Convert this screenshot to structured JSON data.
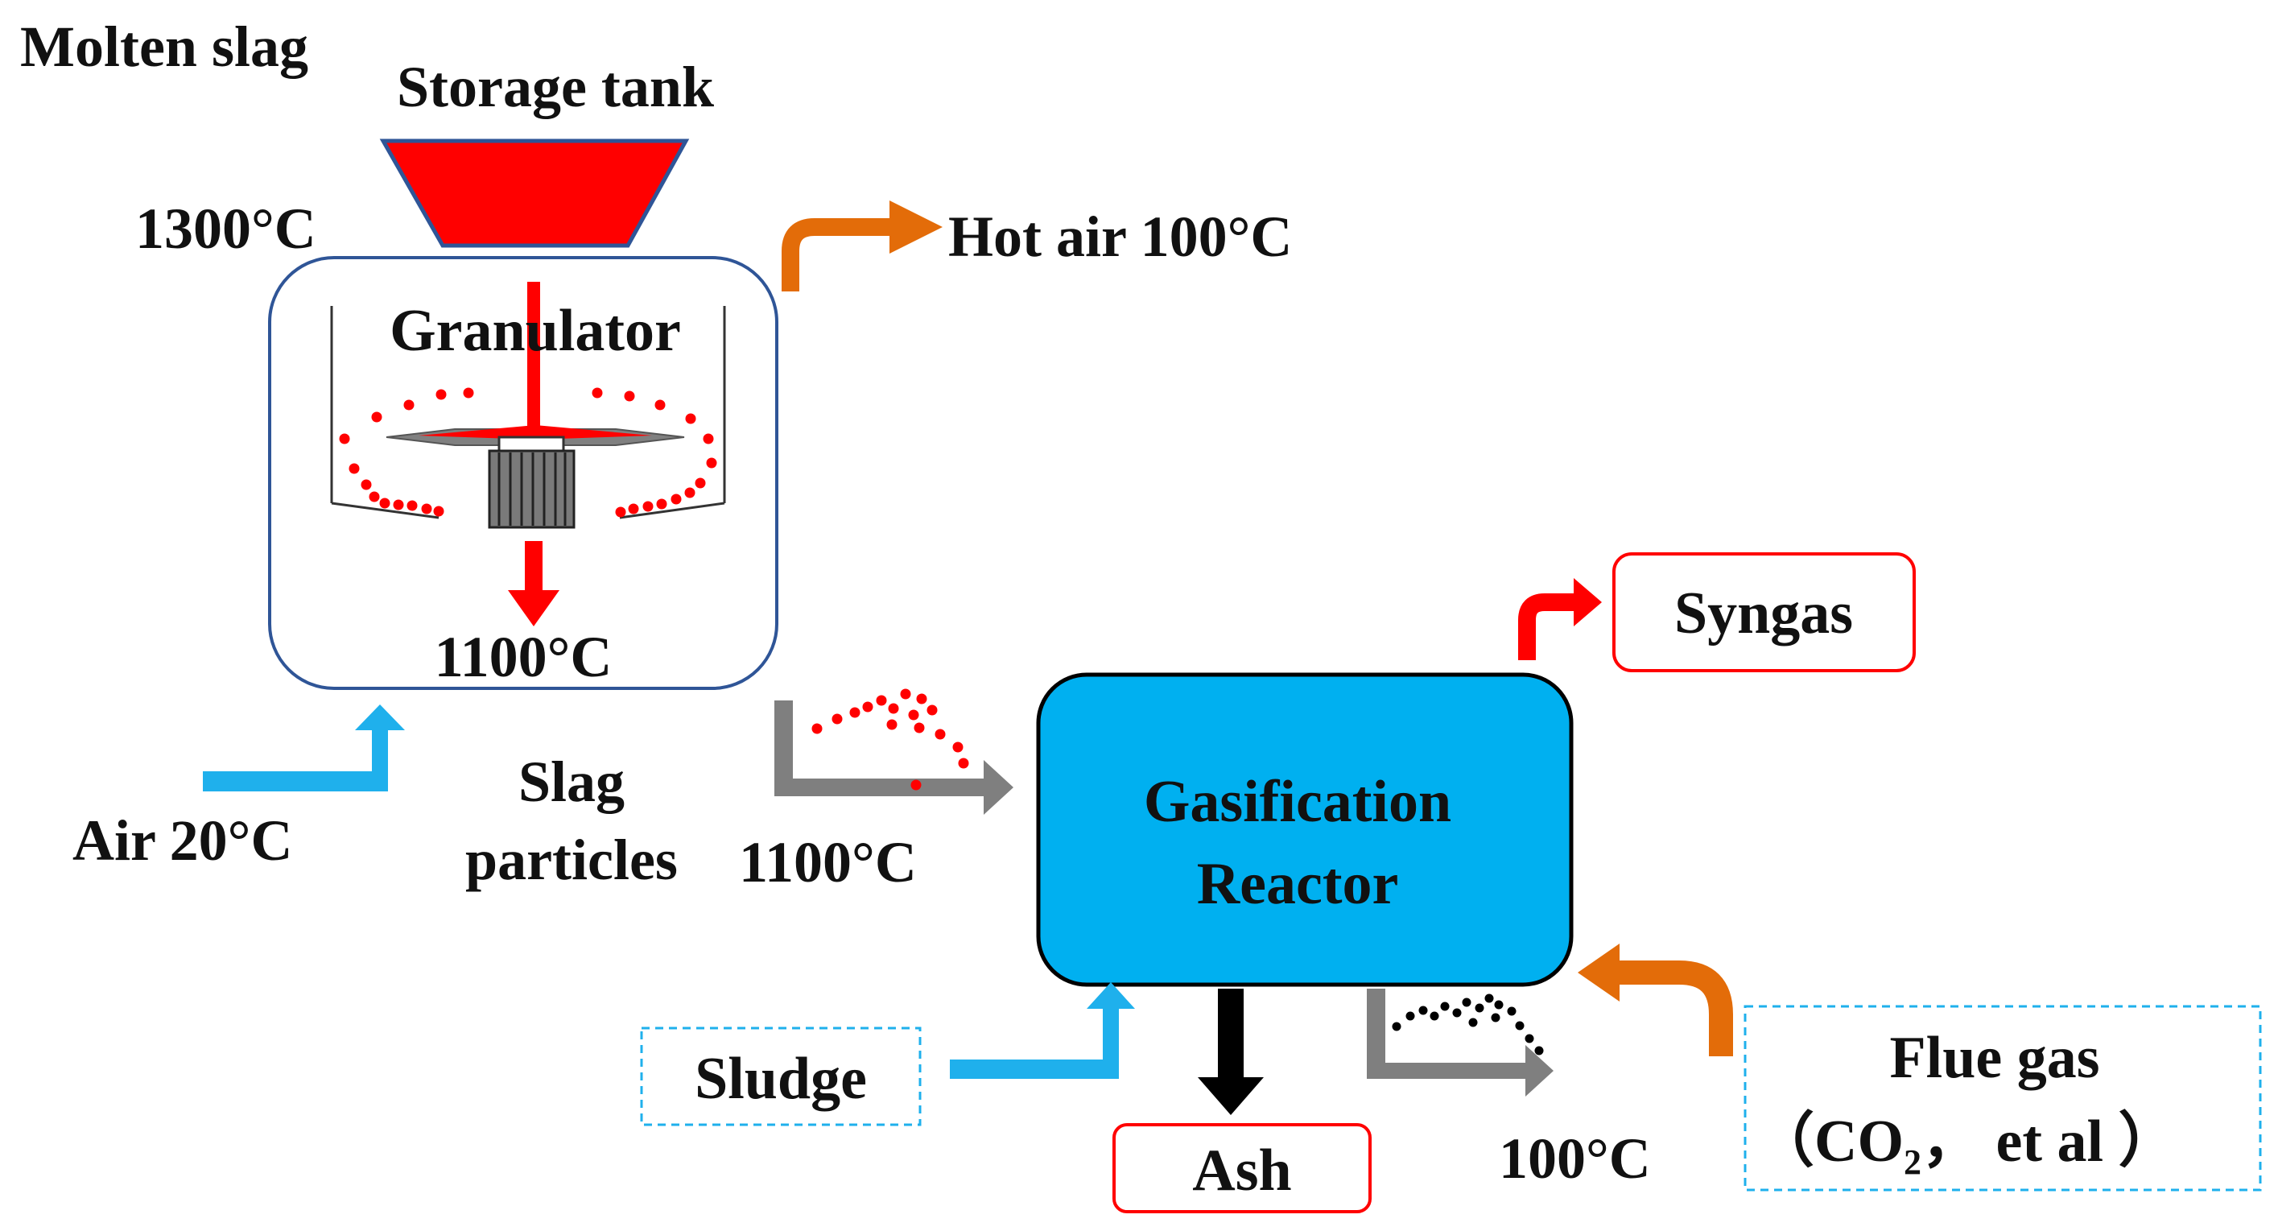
{
  "labels": {
    "molten_slag": "Molten slag",
    "storage_tank": "Storage tank",
    "temp_1300": "1300°C",
    "hot_air": "Hot air 100°C",
    "granulator": "Granulator",
    "temp_1100_granulator": "1100°C",
    "air_in": "Air 20°C",
    "slag_particles_line1": "Slag",
    "slag_particles_line2": "particles",
    "temp_1100_particles": "1100°C",
    "gasification_line1": "Gasification",
    "gasification_line2": "Reactor",
    "syngas": "Syngas",
    "sludge": "Sludge",
    "ash": "Ash",
    "temp_100_out": "100°C",
    "flue_gas_line1": "Flue gas",
    "flue_gas_line2_prefix": "（CO",
    "flue_gas_subscript": "2",
    "flue_gas_line2_suffix": "，  et al ）"
  },
  "colors": {
    "slag_red": "#ff0000",
    "hot_air_orange": "#e36c09",
    "air_blue": "#1fb0ec",
    "reactor_fill": "#00b0f0",
    "granulator_border": "#2f5597",
    "output_box_border": "#ff0000",
    "input_box_border": "#1fb0ec",
    "particle_arrow_gray": "#7f7f7f",
    "ash_arrow_black": "#000000"
  }
}
